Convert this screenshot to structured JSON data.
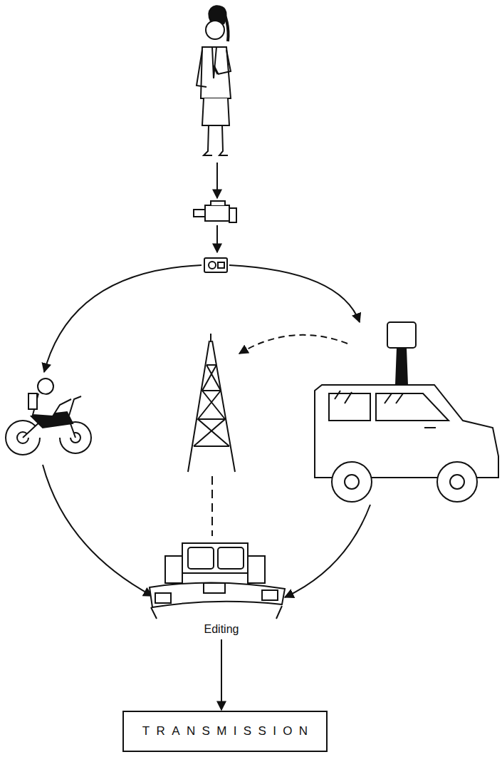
{
  "diagram": {
    "nodes": [
      {
        "text": [
          "Editing"
        ]
      },
      {
        "text": [
          "TRANSMISSION"
        ]
      }
    ],
    "edges": [
      {
        "from": 0,
        "to": 1,
        "arrow": "to"
      }
    ]
  }
}
